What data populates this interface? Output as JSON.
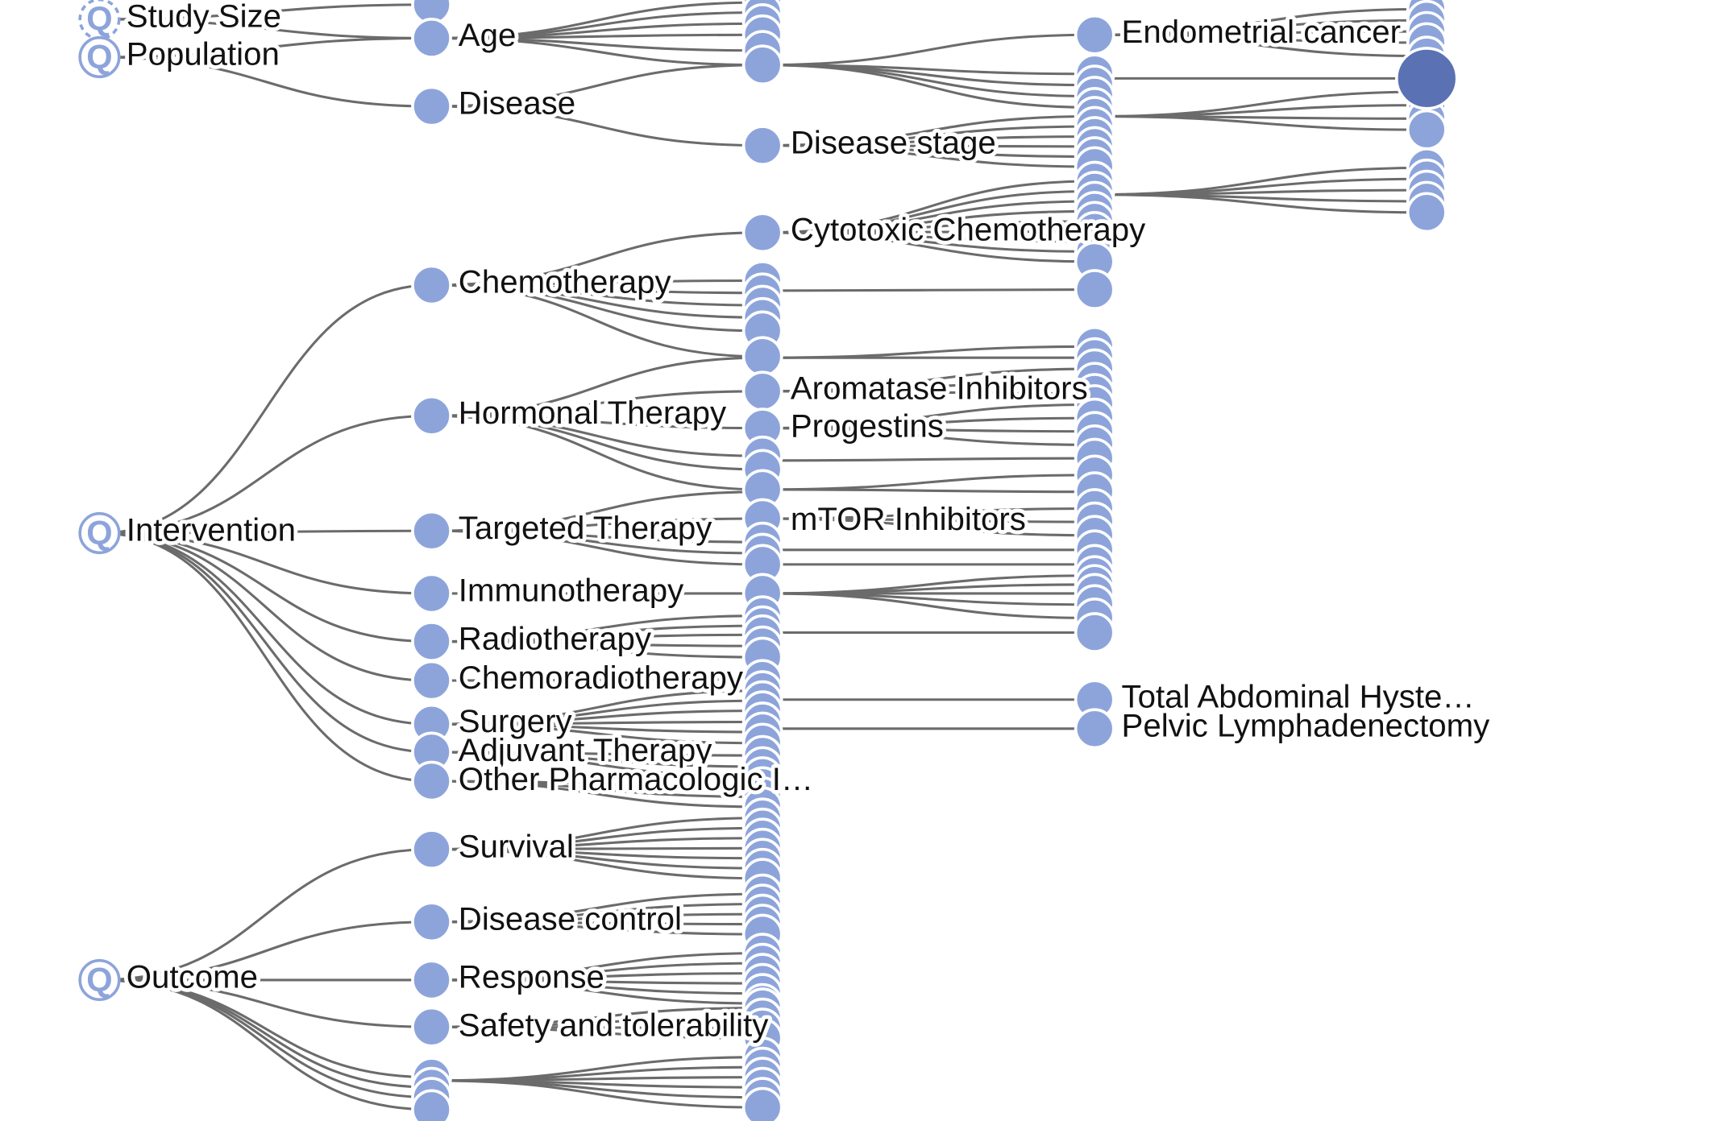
{
  "colors": {
    "node_fill": "#8da4db",
    "node_selected_fill": "#5a72b3",
    "node_stroke": "#ffffff",
    "link_stroke": "#6b6b6b",
    "label_text": "#111111"
  },
  "icons": {
    "query_node": "q-circle-icon"
  },
  "root_nodes": {
    "study_size": {
      "label": "Study Size",
      "glyph": "Q"
    },
    "population": {
      "label": "Population",
      "glyph": "Q"
    },
    "intervention": {
      "label": "Intervention",
      "glyph": "Q"
    },
    "outcome": {
      "label": "Outcome",
      "glyph": "Q"
    }
  },
  "level1_labels": {
    "age": "Age",
    "disease": "Disease",
    "chemotherapy": "Chemotherapy",
    "hormonal_therapy": "Hormonal Therapy",
    "targeted_therapy": "Targeted Therapy",
    "immunotherapy": "Immunotherapy",
    "radiotherapy": "Radiotherapy",
    "chemoradiotherapy": "Chemoradiotherapy",
    "surgery": "Surgery",
    "adjuvant_therapy": "Adjuvant Therapy",
    "other_pharmacologic": "Other Pharmacologic I…",
    "survival": "Survival",
    "disease_control": "Disease control",
    "response": "Response",
    "safety_tolerability": "Safety and tolerability"
  },
  "level2_labels": {
    "disease_stage": "Disease stage",
    "cytotoxic_chemotherapy": "Cytotoxic Chemotherapy",
    "aromatase_inhibitors": "Aromatase Inhibitors",
    "progestins": "Progestins",
    "mtor_inhibitors": "mTOR Inhibitors"
  },
  "level3_labels": {
    "endometrial_cancer": "Endometrial cancer",
    "total_abdominal_hysterectomy": "Total Abdominal Hyste…",
    "pelvic_lymphadenectomy": "Pelvic Lymphadenectomy"
  }
}
